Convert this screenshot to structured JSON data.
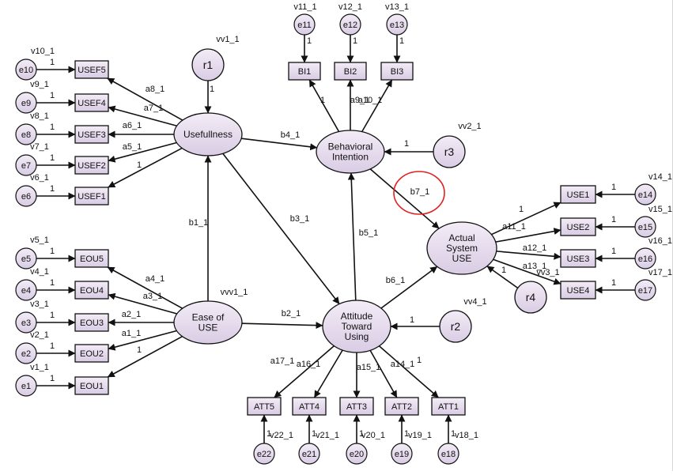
{
  "colors": {
    "node_fill_light": "#f3ecf6",
    "node_fill_dark": "#d9cce4",
    "stroke": "#111111",
    "highlight": "#e02020"
  },
  "latent": [
    {
      "id": "USEF",
      "lines": [
        "Usefullness"
      ]
    },
    {
      "id": "BI",
      "lines": [
        "Behavioral",
        "Intention"
      ]
    },
    {
      "id": "ASU",
      "lines": [
        "Actual",
        "System",
        "USE"
      ]
    },
    {
      "id": "EOU",
      "lines": [
        "Ease of",
        "USE"
      ]
    },
    {
      "id": "ATU",
      "lines": [
        "Attitude",
        "Toward",
        "Using"
      ]
    }
  ],
  "residuals": [
    {
      "id": "r1",
      "text": "r1",
      "var": "vv1_1"
    },
    {
      "id": "r2",
      "text": "r2",
      "var": "vv4_1"
    },
    {
      "id": "r3",
      "text": "r3",
      "var": "vv2_1"
    },
    {
      "id": "r4",
      "text": "r4",
      "var": "vv3_1"
    }
  ],
  "eou_var_label": "vvv1_1",
  "observed": [
    {
      "id": "USEF5",
      "text": "USEF5"
    },
    {
      "id": "USEF4",
      "text": "USEF4"
    },
    {
      "id": "USEF3",
      "text": "USEF3"
    },
    {
      "id": "USEF2",
      "text": "USEF2"
    },
    {
      "id": "USEF1",
      "text": "USEF1"
    },
    {
      "id": "EOU5",
      "text": "EOU5"
    },
    {
      "id": "EOU4",
      "text": "EOU4"
    },
    {
      "id": "EOU3",
      "text": "EOU3"
    },
    {
      "id": "EOU2",
      "text": "EOU2"
    },
    {
      "id": "EOU1",
      "text": "EOU1"
    },
    {
      "id": "BI1",
      "text": "BI1"
    },
    {
      "id": "BI2",
      "text": "BI2"
    },
    {
      "id": "BI3",
      "text": "BI3"
    },
    {
      "id": "USE1",
      "text": "USE1"
    },
    {
      "id": "USE2",
      "text": "USE2"
    },
    {
      "id": "USE3",
      "text": "USE3"
    },
    {
      "id": "USE4",
      "text": "USE4"
    },
    {
      "id": "ATT5",
      "text": "ATT5"
    },
    {
      "id": "ATT4",
      "text": "ATT4"
    },
    {
      "id": "ATT3",
      "text": "ATT3"
    },
    {
      "id": "ATT2",
      "text": "ATT2"
    },
    {
      "id": "ATT1",
      "text": "ATT1"
    }
  ],
  "errors": [
    {
      "id": "e10",
      "text": "e10",
      "var": "v10_1",
      "w": "1"
    },
    {
      "id": "e9",
      "text": "e9",
      "var": "v9_1",
      "w": "1"
    },
    {
      "id": "e8",
      "text": "e8",
      "var": "v8_1",
      "w": "1"
    },
    {
      "id": "e7",
      "text": "e7",
      "var": "v7_1",
      "w": "1"
    },
    {
      "id": "e6",
      "text": "e6",
      "var": "v6_1",
      "w": "1"
    },
    {
      "id": "e5",
      "text": "e5",
      "var": "v5_1",
      "w": "1"
    },
    {
      "id": "e4",
      "text": "e4",
      "var": "v4_1",
      "w": "1"
    },
    {
      "id": "e3",
      "text": "e3",
      "var": "v3_1",
      "w": "1"
    },
    {
      "id": "e2",
      "text": "e2",
      "var": "v2_1",
      "w": "1"
    },
    {
      "id": "e1",
      "text": "e1",
      "var": "v1_1",
      "w": "1"
    },
    {
      "id": "e11",
      "text": "e11",
      "var": "v11_1",
      "w": "1"
    },
    {
      "id": "e12",
      "text": "e12",
      "var": "v12_1",
      "w": "1"
    },
    {
      "id": "e13",
      "text": "e13",
      "var": "v13_1",
      "w": "1"
    },
    {
      "id": "e14",
      "text": "e14",
      "var": "v14_1",
      "w": "1"
    },
    {
      "id": "e15",
      "text": "e15",
      "var": "v15_1",
      "w": "1"
    },
    {
      "id": "e16",
      "text": "e16",
      "var": "v16_1",
      "w": "1"
    },
    {
      "id": "e17",
      "text": "e17",
      "var": "v17_1",
      "w": "1"
    },
    {
      "id": "e22",
      "text": "e22",
      "var": "v22_1",
      "w": "1"
    },
    {
      "id": "e21",
      "text": "e21",
      "var": "v21_1",
      "w": "1"
    },
    {
      "id": "e20",
      "text": "e20",
      "var": "v20_1",
      "w": "1"
    },
    {
      "id": "e19",
      "text": "e19",
      "var": "v19_1",
      "w": "1"
    },
    {
      "id": "e18",
      "text": "e18",
      "var": "v18_1",
      "w": "1"
    }
  ],
  "paths": [
    {
      "from": "USEF",
      "to": "USEF5",
      "label": "a8_1"
    },
    {
      "from": "USEF",
      "to": "USEF4",
      "label": "a7_1"
    },
    {
      "from": "USEF",
      "to": "USEF3",
      "label": "a6_1"
    },
    {
      "from": "USEF",
      "to": "USEF2",
      "label": "a5_1"
    },
    {
      "from": "USEF",
      "to": "USEF1",
      "label": "1"
    },
    {
      "from": "EOU",
      "to": "EOU5",
      "label": "a4_1"
    },
    {
      "from": "EOU",
      "to": "EOU4",
      "label": "a3_1"
    },
    {
      "from": "EOU",
      "to": "EOU3",
      "label": "a2_1"
    },
    {
      "from": "EOU",
      "to": "EOU2",
      "label": "a1_1"
    },
    {
      "from": "EOU",
      "to": "EOU1",
      "label": "1"
    },
    {
      "from": "BI",
      "to": "BI1",
      "label": "1"
    },
    {
      "from": "BI",
      "to": "BI2",
      "label": "a9_1"
    },
    {
      "from": "BI",
      "to": "BI3",
      "label": "a10_1"
    },
    {
      "from": "ASU",
      "to": "USE1",
      "label": "1"
    },
    {
      "from": "ASU",
      "to": "USE2",
      "label": "a11_1"
    },
    {
      "from": "ASU",
      "to": "USE3",
      "label": "a12_1"
    },
    {
      "from": "ASU",
      "to": "USE4",
      "label": "a13_1"
    },
    {
      "from": "ATU",
      "to": "ATT5",
      "label": "a17_1"
    },
    {
      "from": "ATU",
      "to": "ATT4",
      "label": "a16_1"
    },
    {
      "from": "ATU",
      "to": "ATT3",
      "label": "a15_1"
    },
    {
      "from": "ATU",
      "to": "ATT2",
      "label": "a14_1"
    },
    {
      "from": "ATU",
      "to": "ATT1",
      "label": "1"
    },
    {
      "from": "EOU",
      "to": "USEF",
      "label": "b1_1"
    },
    {
      "from": "EOU",
      "to": "ATU",
      "label": "b2_1"
    },
    {
      "from": "USEF",
      "to": "ATU",
      "label": "b3_1"
    },
    {
      "from": "USEF",
      "to": "BI",
      "label": "b4_1"
    },
    {
      "from": "ATU",
      "to": "BI",
      "label": "b5_1"
    },
    {
      "from": "ATU",
      "to": "ASU",
      "label": "b6_1"
    },
    {
      "from": "BI",
      "to": "ASU",
      "label": "b7_1"
    },
    {
      "from": "r1",
      "to": "USEF",
      "label": "1"
    },
    {
      "from": "r2",
      "to": "ATU",
      "label": "1"
    },
    {
      "from": "r3",
      "to": "BI",
      "label": "1"
    },
    {
      "from": "r4",
      "to": "ASU",
      "label": "1"
    }
  ],
  "highlight_label": "b7_1"
}
